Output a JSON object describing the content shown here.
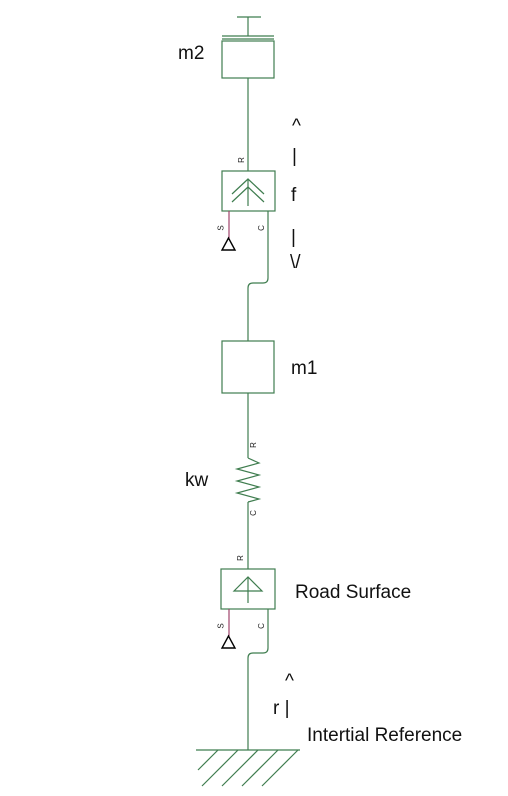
{
  "diagram": {
    "colors": {
      "wire": "#3f7d4f",
      "signal": "#a0426a",
      "ground": "#000000"
    },
    "labels": {
      "m2": "m2",
      "m1": "m1",
      "kw": "kw",
      "force_label": "f",
      "road_surface": "Road Surface",
      "inertial_reference": "Intertial Reference",
      "up_arrow_head": "^",
      "up_arrow_stem": "|",
      "down_arrow_stem": "|",
      "down_arrow_head": "\\/",
      "r_arrow_head": "^",
      "r_arrow_stem": "r |"
    },
    "ports": {
      "force_r": "R",
      "force_s": "S",
      "force_c": "C",
      "spring_r": "R",
      "spring_c": "C",
      "road_r": "R",
      "road_s": "S",
      "road_c": "C"
    }
  }
}
